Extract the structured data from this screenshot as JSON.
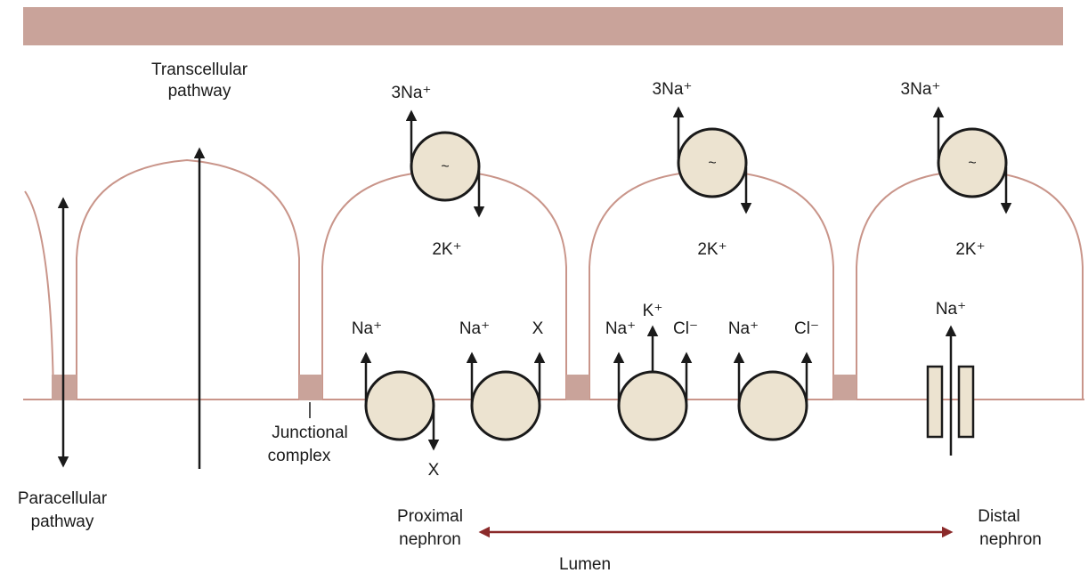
{
  "labels": {
    "transcellular_line1": "Transcellular",
    "transcellular_line2": "pathway",
    "paracellular_line1": "Paracellular",
    "paracellular_line2": "pathway",
    "junctional_line1": "Junctional",
    "junctional_line2": "complex",
    "proximal_line1": "Proximal",
    "proximal_line2": "nephron",
    "distal_line1": "Distal",
    "distal_line2": "nephron",
    "lumen": "Lumen"
  },
  "ions": {
    "three_na": "3Na⁺",
    "two_k": "2K⁺",
    "na": "Na⁺",
    "k": "K⁺",
    "cl": "Cl⁻",
    "x": "X",
    "tilde": "~"
  },
  "colors": {
    "basement_membrane": "#c9a39a",
    "cell_outline": "#c9958a",
    "junction": "#c9a39a",
    "transporter_fill": "#ece3d0",
    "gradient_arrow": "#8b2a2a"
  }
}
